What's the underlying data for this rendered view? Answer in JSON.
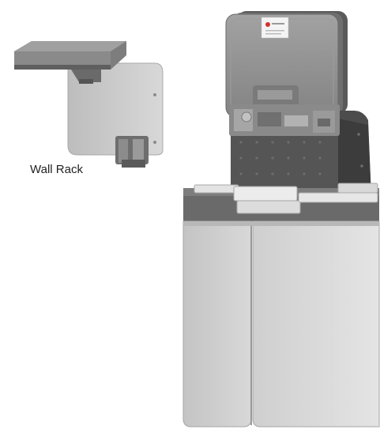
{
  "labels": {
    "wall_rack": "Wall Rack"
  },
  "illustrations": {
    "wall_rack": {
      "icon": "wall-rack-illustration",
      "colors": {
        "top": "#8c8c8c",
        "plate": "#c9c9c9",
        "clip": "#6e6e6e"
      }
    },
    "cabinet": {
      "icon": "cabinet-illustration",
      "colors": {
        "lid": "#8f8f8f",
        "lid_dark": "#5e5e5e",
        "panel": "#4c4c4c",
        "body": "#d2d2d2",
        "band": "#6a6a6a",
        "rail": "#e3e3e3",
        "logo": "#d0342c"
      }
    }
  }
}
